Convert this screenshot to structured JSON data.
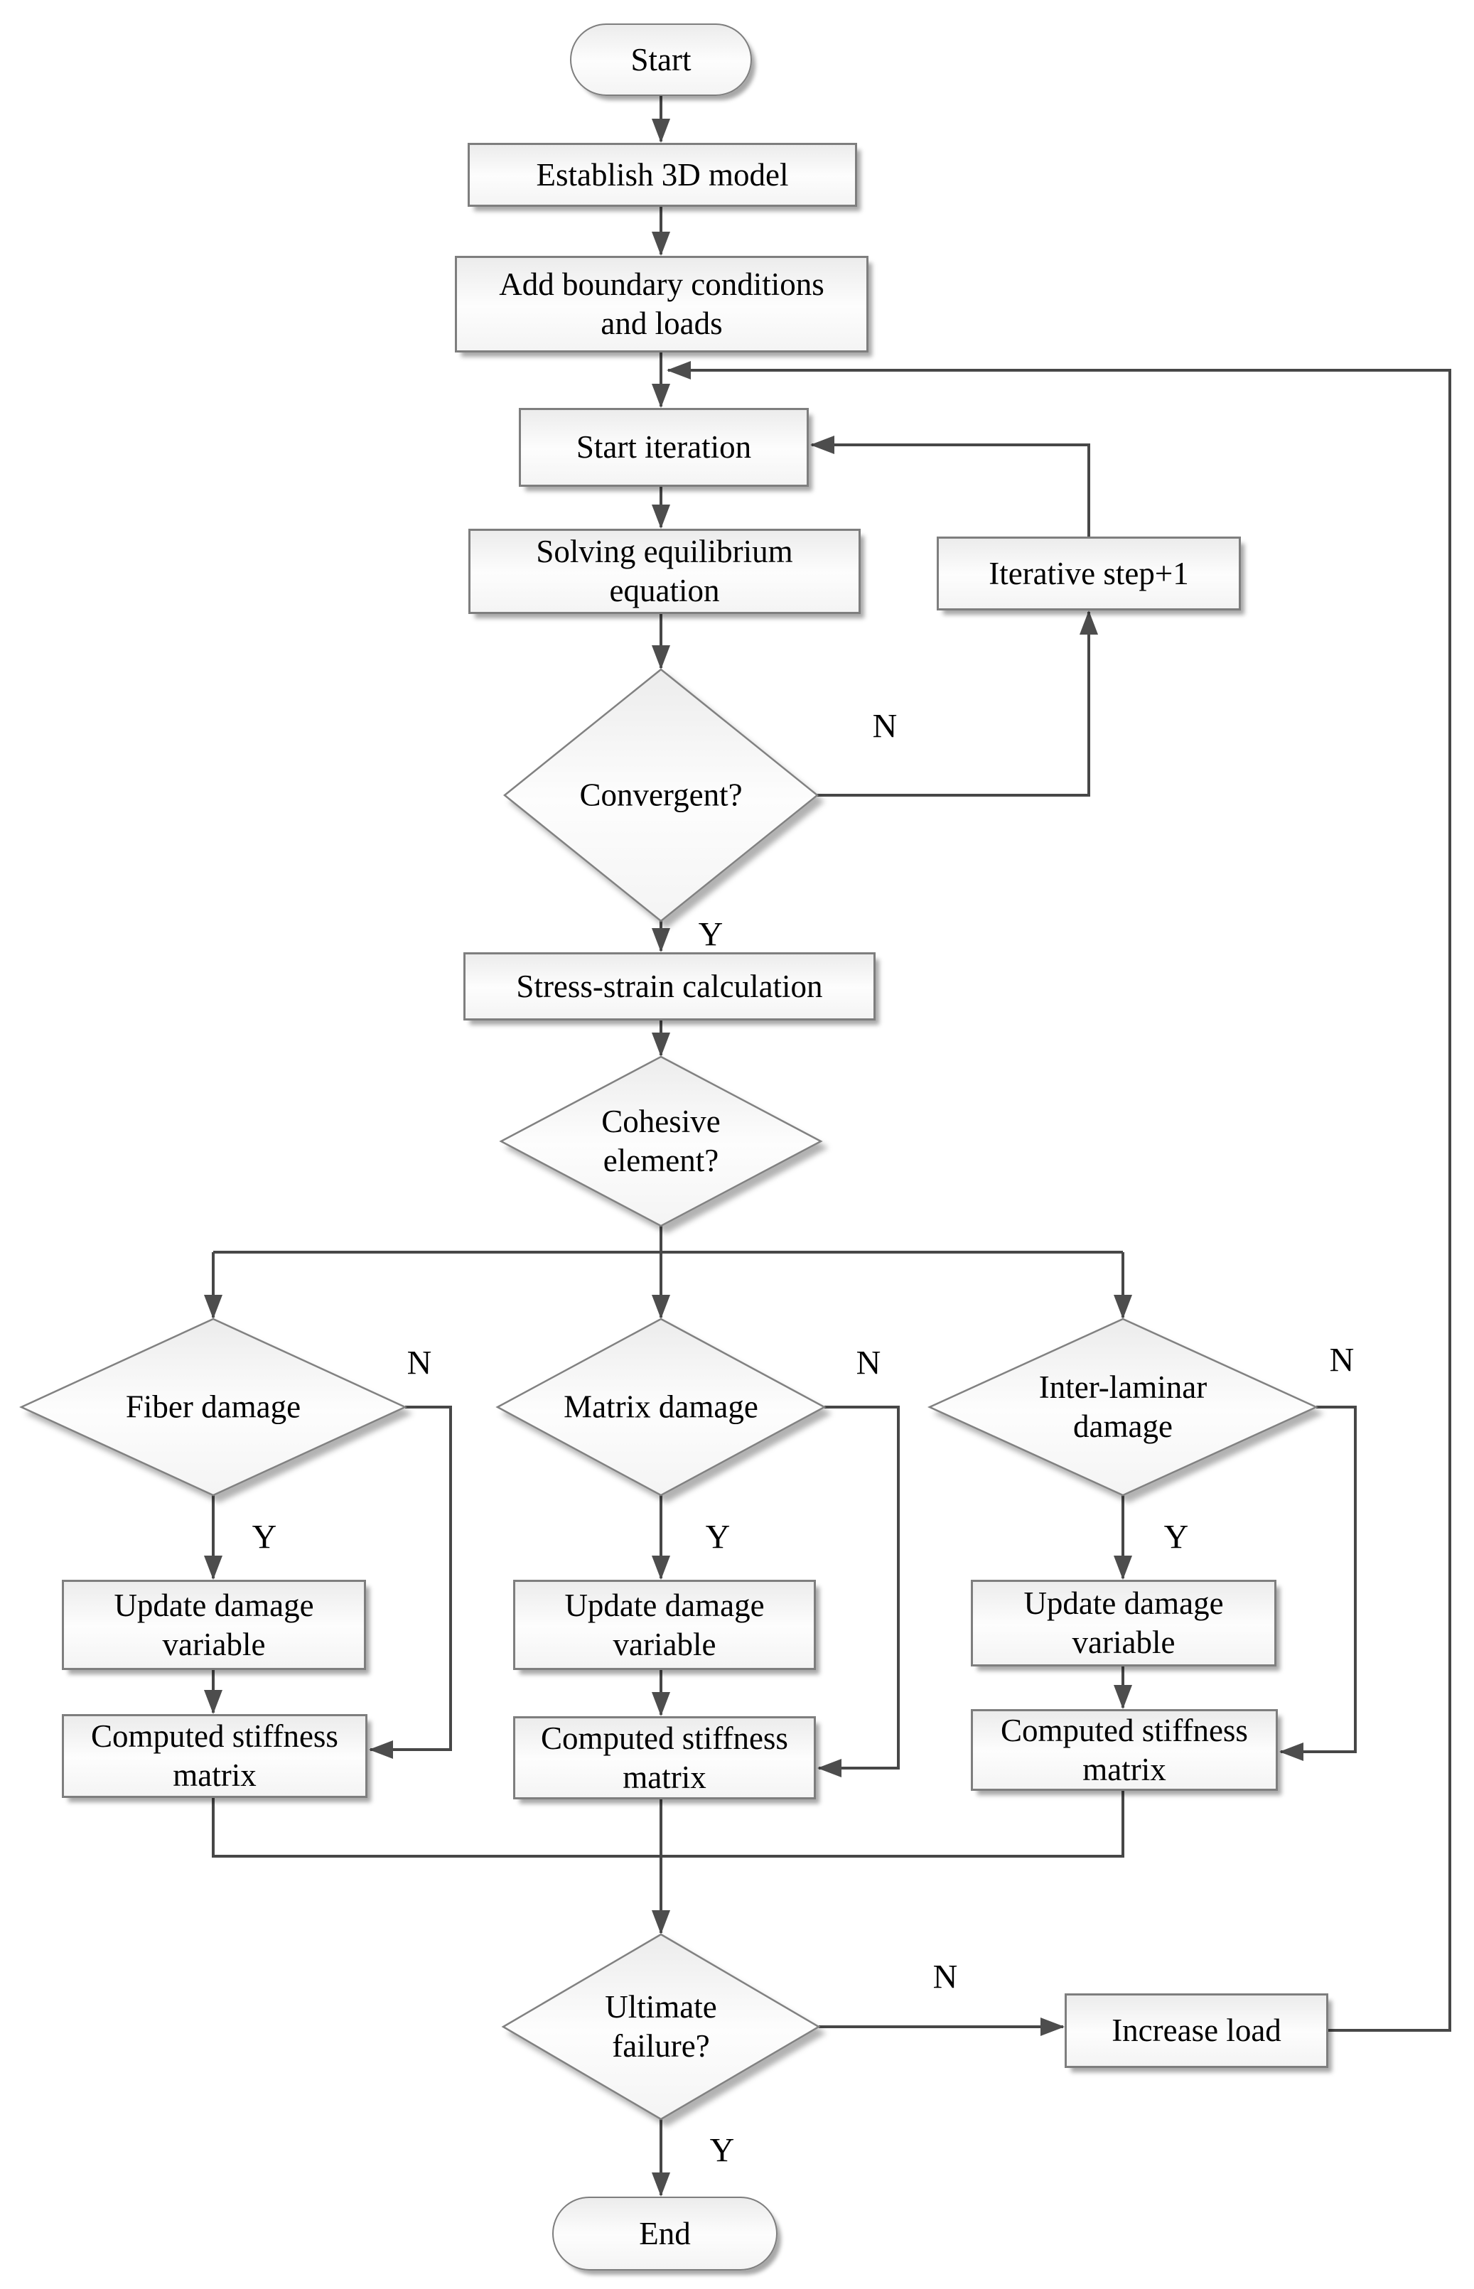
{
  "flowchart": {
    "nodes": {
      "start": "Start",
      "establish": "Establish 3D model",
      "boundary": "Add boundary conditions and loads",
      "start_iteration": "Start iteration",
      "solve": "Solving equilibrium equation",
      "iterative": "Iterative step+1",
      "convergent": "Convergent?",
      "stress": "Stress-strain calculation",
      "cohesive": "Cohesive element?",
      "ultimate": "Ultimate failure?",
      "increase": "Increase load",
      "end": "End"
    },
    "branches": [
      {
        "decision": "Fiber damage",
        "update": "Update damage variable",
        "computed": "Computed stiffness matrix"
      },
      {
        "decision": "Matrix damage",
        "update": "Update damage variable",
        "computed": "Computed stiffness matrix"
      },
      {
        "decision": "Inter-laminar damage",
        "update": "Update damage variable",
        "computed": "Computed stiffness matrix"
      }
    ],
    "labels": {
      "yes": "Y",
      "no": "N"
    },
    "colors": {
      "line": "#474747",
      "arrowhead": "#4d4d4d",
      "shape_border": "#7e7e7e",
      "shape_fill_top": "#ececec",
      "shape_fill_bottom": "#f4f4f4",
      "text": "#000000",
      "background": "#ffffff"
    }
  }
}
